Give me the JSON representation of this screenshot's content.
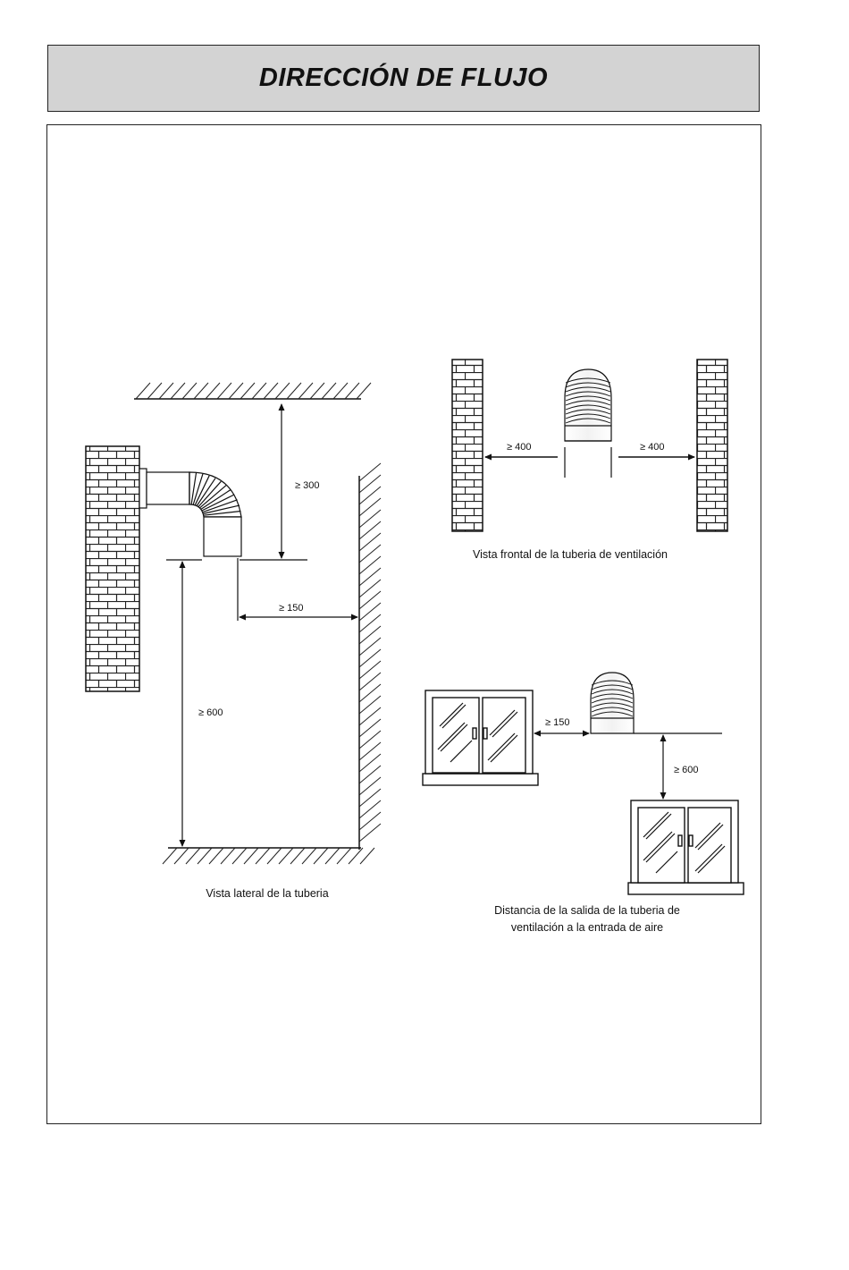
{
  "header": {
    "title": "DIRECCIÓN DE FLUJO"
  },
  "side_view": {
    "dim_top": "≥ 300",
    "dim_wall": "≥ 150",
    "dim_floor": "≥ 600",
    "caption": "Vista lateral de la tuberia"
  },
  "front_view": {
    "dim_left": "≥ 400",
    "dim_right": "≥ 400",
    "caption": "Vista frontal de la tuberia de ventilación"
  },
  "air_intake": {
    "dim_window": "≥ 150",
    "dim_below": "≥ 600",
    "caption_line1": "Distancia de la salida de la tuberia de",
    "caption_line2": "ventilación a la entrada de aire"
  }
}
